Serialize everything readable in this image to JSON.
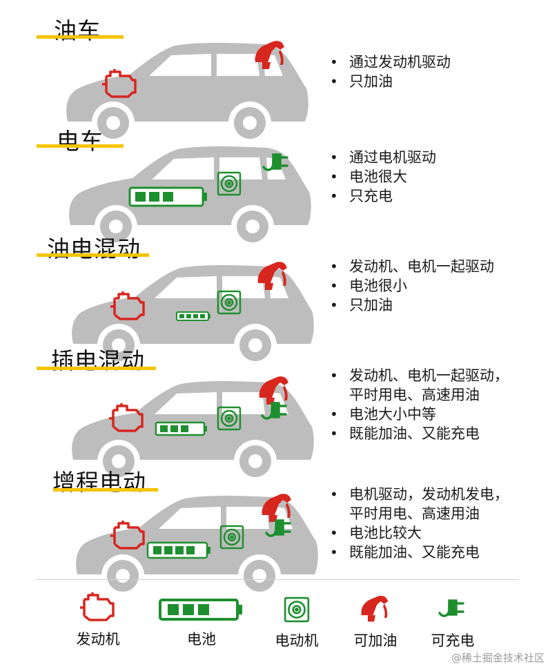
{
  "colors": {
    "car": "#bdbdbd",
    "engine": "#d7261e",
    "battery": "#1e8f2e",
    "fuel": "#d7261e",
    "charge": "#1e8f2e",
    "underline": "#f5c400"
  },
  "sections": [
    {
      "title": "油车",
      "bullets": [
        "通过发动机驱动",
        "只加油"
      ],
      "icons": [
        "engine-icon",
        "fuel-nozzle-icon"
      ]
    },
    {
      "title": "电车",
      "bullets": [
        "通过电机驱动",
        "电池很大",
        "只充电"
      ],
      "icons": [
        "battery-icon",
        "motor-icon",
        "plug-icon"
      ]
    },
    {
      "title": "油电混动",
      "bullets": [
        "发动机、电机一起驱动",
        "电池很小",
        "只加油"
      ],
      "icons": [
        "engine-icon",
        "battery-icon",
        "motor-icon",
        "fuel-nozzle-icon"
      ]
    },
    {
      "title": "插电混动",
      "bullets": [
        "发动机、电机一起驱动，",
        "平时用电、高速用油",
        "电池大小中等",
        "既能加油、又能充电"
      ],
      "icons": [
        "engine-icon",
        "battery-icon",
        "motor-icon",
        "fuel-nozzle-icon",
        "plug-icon"
      ]
    },
    {
      "title": "增程电动",
      "bullets": [
        "电机驱动，发动机发电，",
        "平时用电、高速用油",
        "电池比较大",
        "既能加油、又能充电"
      ],
      "icons": [
        "engine-icon",
        "battery-icon",
        "motor-icon",
        "fuel-nozzle-icon",
        "plug-icon"
      ]
    }
  ],
  "legend": [
    {
      "label": "发动机",
      "icon": "engine-icon"
    },
    {
      "label": "电池",
      "icon": "battery-icon"
    },
    {
      "label": "电动机",
      "icon": "motor-icon"
    },
    {
      "label": "可加油",
      "icon": "fuel-nozzle-icon"
    },
    {
      "label": "可充电",
      "icon": "plug-icon"
    }
  ],
  "watermark": "@稀土掘金技术社区"
}
